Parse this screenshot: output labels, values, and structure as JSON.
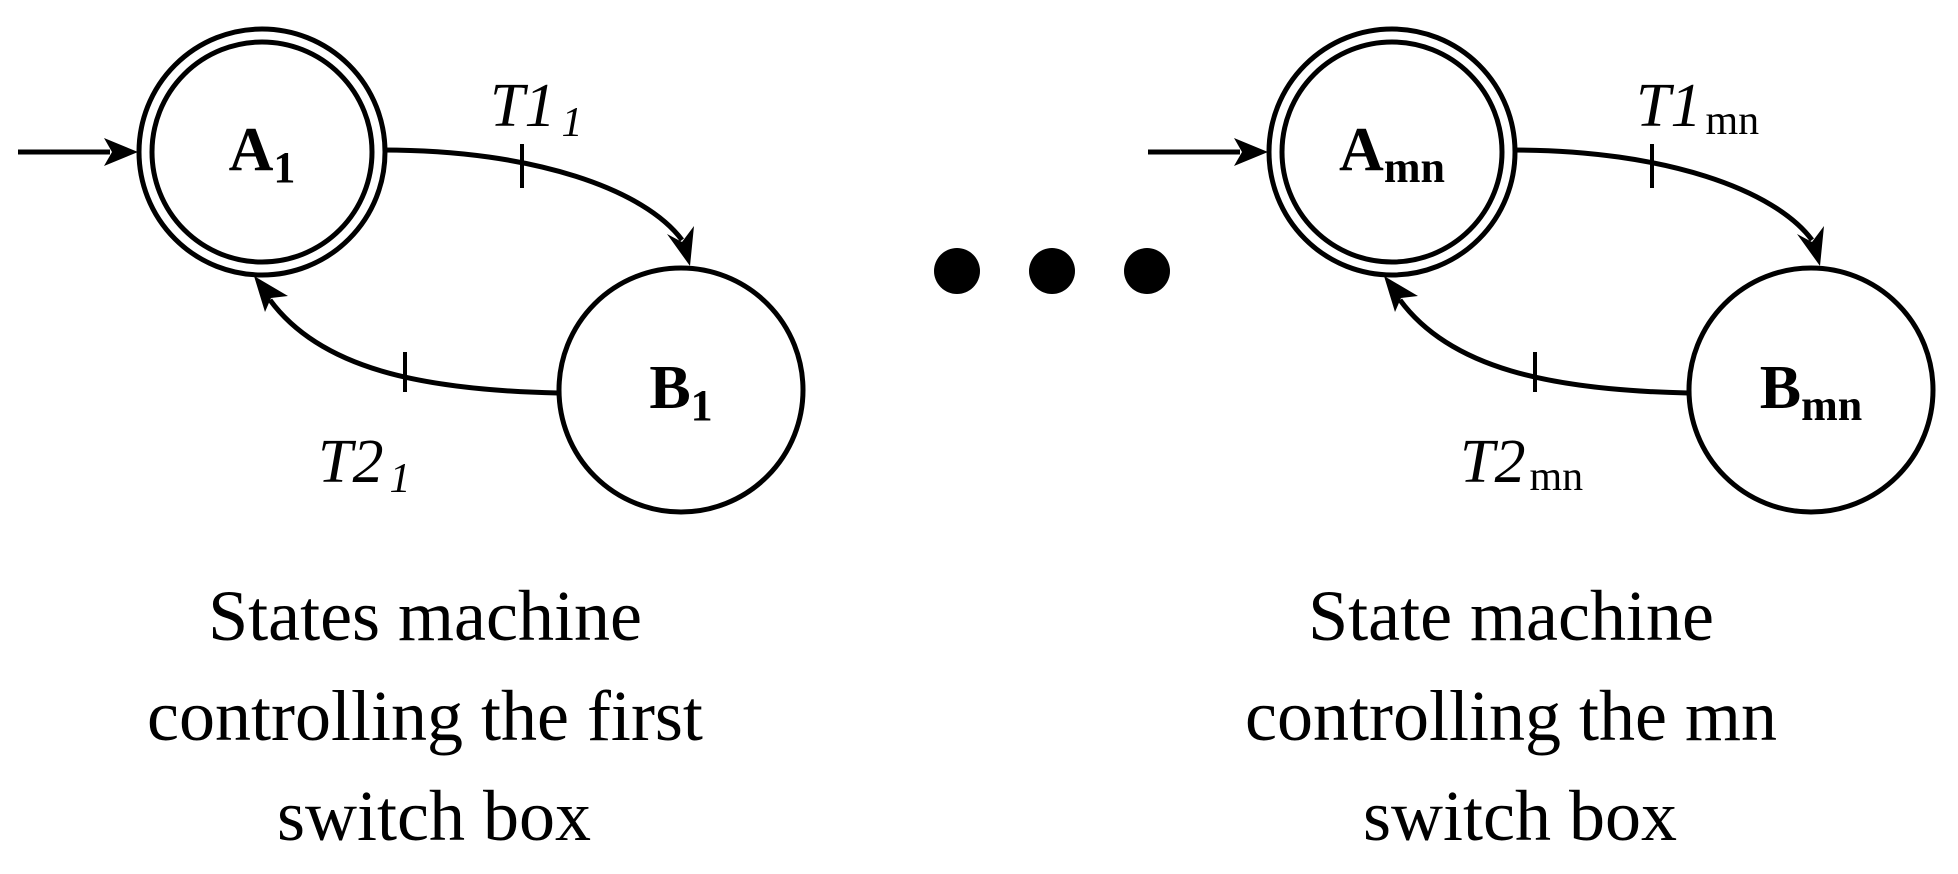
{
  "machines": [
    {
      "state_a": {
        "letter": "A",
        "sub": "1"
      },
      "state_b": {
        "letter": "B",
        "sub": "1"
      },
      "transition_ab": {
        "name": "T1",
        "sub": "1"
      },
      "transition_ba": {
        "name": "T2",
        "sub": "1"
      },
      "caption": [
        "States machine",
        "controlling the first",
        "switch box"
      ]
    },
    {
      "state_a": {
        "letter": "A",
        "sub": "mn"
      },
      "state_b": {
        "letter": "B",
        "sub": "mn"
      },
      "transition_ab": {
        "name": "T1",
        "sub": "mn"
      },
      "transition_ba": {
        "name": "T2",
        "sub": "mn"
      },
      "caption": [
        "State machine",
        "controlling the mn",
        "switch box"
      ]
    }
  ],
  "colors": {
    "stroke": "#000000",
    "background": "#ffffff"
  }
}
